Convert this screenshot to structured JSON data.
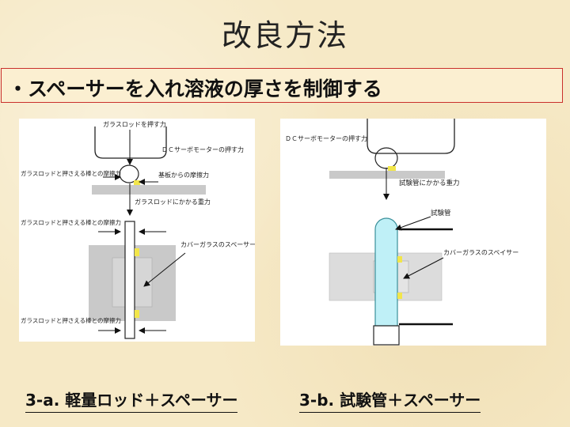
{
  "title": "改良方法",
  "banner": {
    "bullet": "・",
    "text": "スペーサーを入れ溶液の厚さを制御する"
  },
  "diagram_a": {
    "labels": {
      "push_rod": "ガラスロッドを押す力",
      "dc_motor": "ＤＣサーボモーターの押す力",
      "friction_1": "ガラスロッドと押さえる棒との摩擦力",
      "substrate_friction": "基板からの摩擦力",
      "rod_gravity": "ガラスロッドにかかる重力",
      "friction_2": "ガラスロッドと押さえる棒との摩擦力",
      "cover_spacer": "カバーガラスのスペーサー",
      "friction_3": "ガラスロッドと押さえる棒との摩擦力"
    },
    "caption": "3-a. 軽量ロッド＋スペーサー"
  },
  "diagram_b": {
    "labels": {
      "dc_motor": "ＤＣサーボモーターの押す力",
      "tube_gravity": "試験管にかかる重力",
      "test_tube": "試験管",
      "cover_spacer": "カバーガラスのスペイサー"
    },
    "caption": "3-b. 試験管＋スペーサー"
  },
  "colors": {
    "banner_border": "#c9302c",
    "spacer": "#f2e64a",
    "tube": "#bff0f7",
    "gray": "#c9c9c9"
  }
}
